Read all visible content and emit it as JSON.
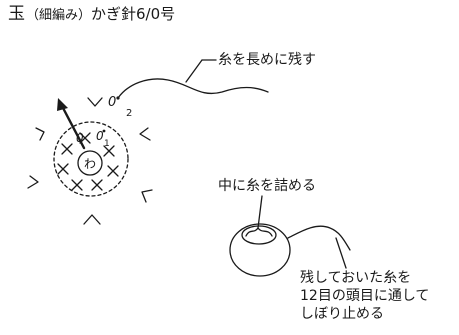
{
  "title": {
    "main": "玉",
    "method": "（細編み）",
    "tool": "かぎ針6/0号"
  },
  "symbols": {
    "ring": "わ",
    "ring_chain": "0",
    "round1_chain": "0",
    "round1_number": "1",
    "round2_chain": "0",
    "round2_number": "2"
  },
  "notes": {
    "leave_tail": "糸を長めに残す",
    "stuff_yarn": "中に糸を詰める",
    "finish_lines": [
      "残しておいた糸を",
      "12目の頭目に通して",
      "しぼり止める"
    ]
  }
}
